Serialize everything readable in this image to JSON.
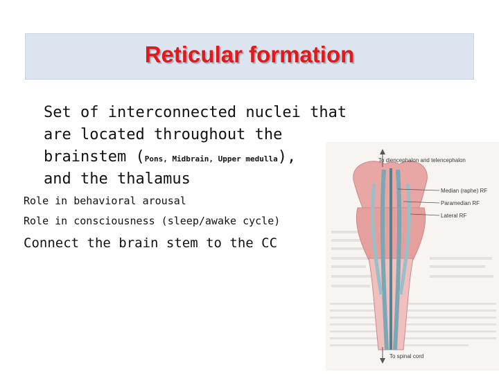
{
  "slide": {
    "title": "Reticular formation",
    "lines": {
      "l1": "Set of interconnected nuclei that",
      "l2": "are located throughout the",
      "l3_pre": "brainstem (",
      "l3_small": "Pons, Midbrain, Upper medulla",
      "l3_post": "),",
      "l4": "and the thalamus"
    },
    "roles": [
      "Role in  behavioral arousal",
      "Role in  consciousness (sleep/awake cycle)"
    ],
    "connect": "Connect the brain stem to the CC"
  },
  "figure": {
    "labels": {
      "top": "To diencephalon and telencephalon",
      "median": "Median (raphe) RF",
      "paramedian": "Paramedian RF",
      "lateral": "Lateral RF",
      "bottom": "To spinal cord"
    }
  }
}
